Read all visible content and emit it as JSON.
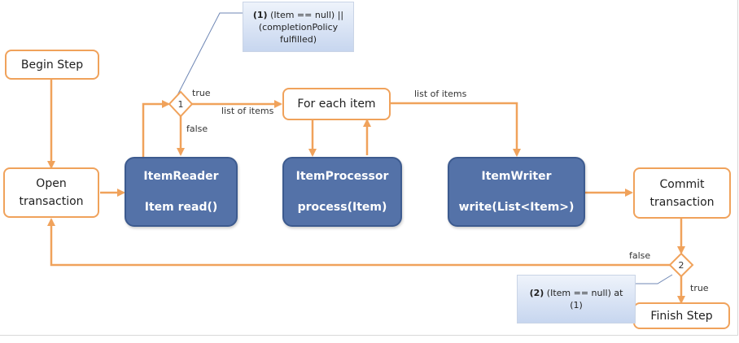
{
  "nodes": {
    "begin_step": "Begin Step",
    "open_transaction": [
      "Open",
      "transaction"
    ],
    "item_reader": [
      "ItemReader",
      "Item read()"
    ],
    "for_each_item": "For each item",
    "item_processor": [
      "ItemProcessor",
      "process(Item)"
    ],
    "item_writer": [
      "ItemWriter",
      "write(List<Item>)"
    ],
    "commit_transaction": [
      "Commit",
      "transaction"
    ],
    "finish_step": "Finish Step"
  },
  "decisions": {
    "d1": "1",
    "d2": "2"
  },
  "edge_labels": {
    "true_1": "true",
    "false_1": "false",
    "list_of_items_1": "list of items",
    "list_of_items_2": "list of items",
    "false_2": "false",
    "true_2": "true"
  },
  "notes": {
    "note1_bold": "(1)",
    "note1_line1": "(Item == null) ||",
    "note1_line2": "(completionPolicy",
    "note1_line3": "fulfilled)",
    "note2_bold": "(2)",
    "note2_line1": "(Item == null) at",
    "note2_line2": "(1)"
  },
  "colors": {
    "flow": "#f0a25b",
    "process_fill": "#5472a8",
    "note_line": "#6f87b5"
  }
}
